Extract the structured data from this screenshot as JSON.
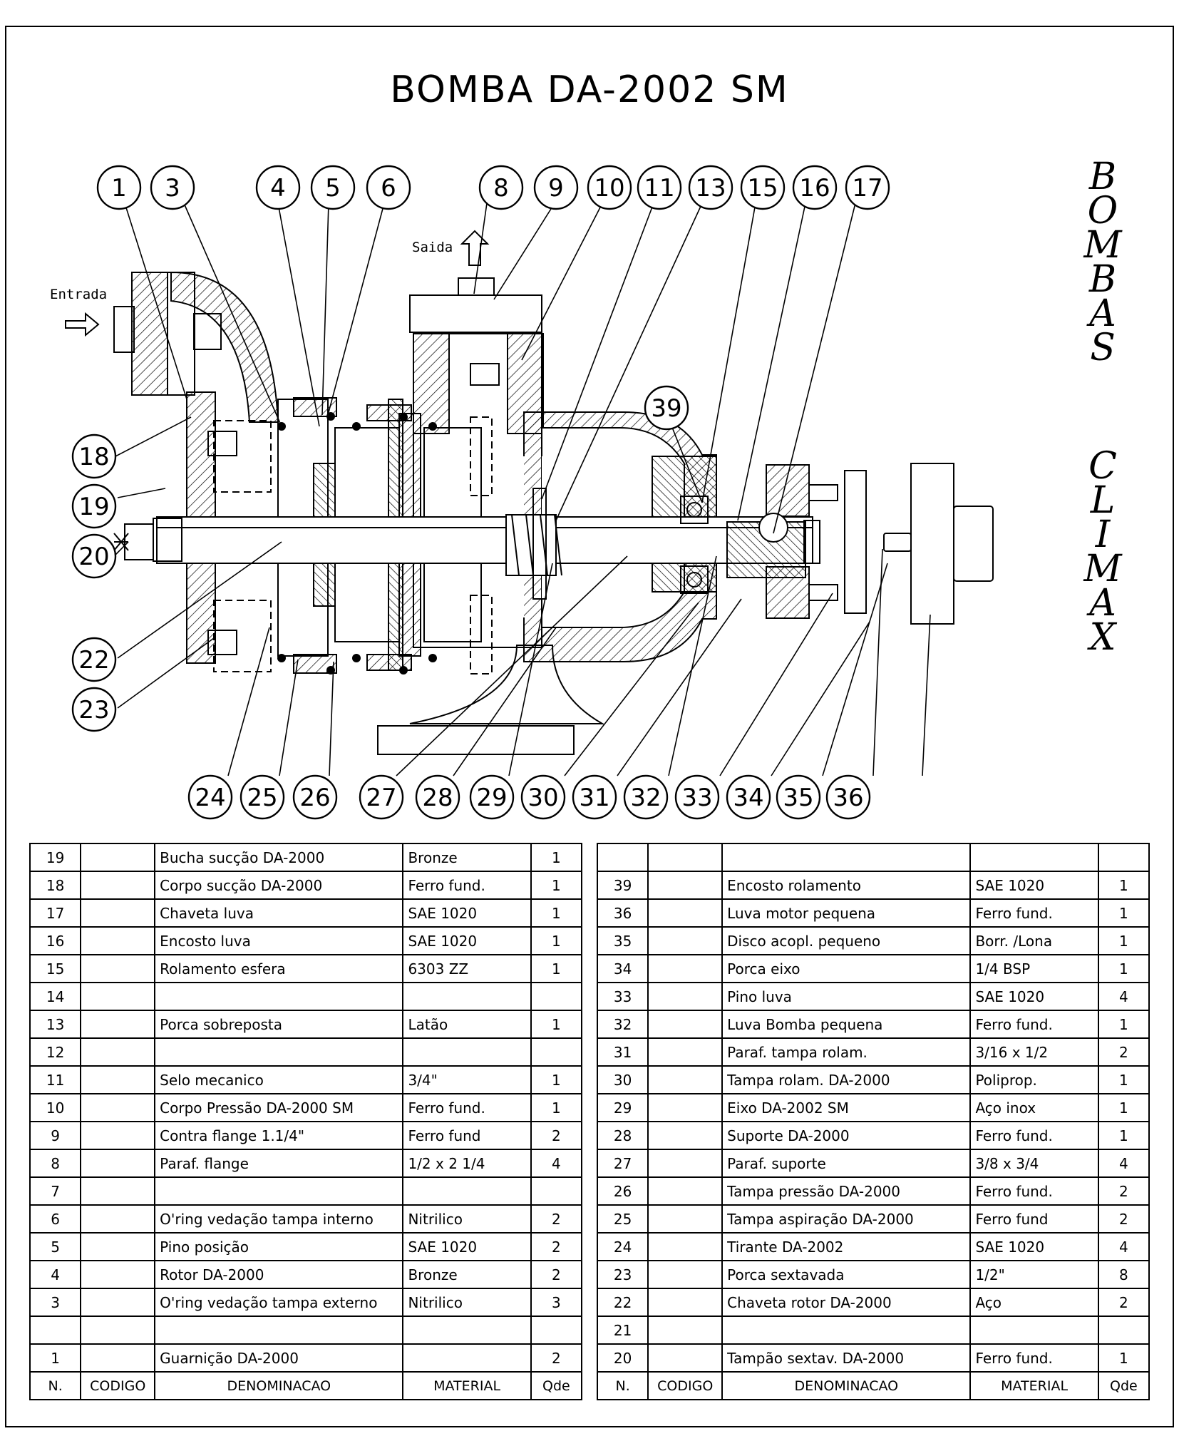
{
  "title": "BOMBA  DA-2002 SM",
  "brand": {
    "line1": "BOMBAS",
    "line2": "CLIMAX"
  },
  "labels": {
    "entrada": "Entrada",
    "saida": "Saida"
  },
  "bubbles_top": [
    "1",
    "3",
    "4",
    "5",
    "6",
    "8",
    "9",
    "10",
    "11",
    "13",
    "15",
    "16",
    "17"
  ],
  "bubbles_left": [
    "18",
    "19",
    "20",
    "22",
    "23"
  ],
  "bubble_mid": "39",
  "bubbles_bottom": [
    "24",
    "25",
    "26",
    "27",
    "28",
    "29",
    "30",
    "31",
    "32",
    "33",
    "34",
    "35",
    "36"
  ],
  "table_headers": {
    "n": "N.",
    "codigo": "CODIGO",
    "denominacao": "DENOMINACAO",
    "material": "MATERIAL",
    "qde": "Qde"
  },
  "parts_left": [
    {
      "n": "19",
      "codigo": "",
      "denominacao": "Bucha sucção DA-2000",
      "material": "Bronze",
      "qde": "1"
    },
    {
      "n": "18",
      "codigo": "",
      "denominacao": "Corpo sucção DA-2000",
      "material": "Ferro fund.",
      "qde": "1"
    },
    {
      "n": "17",
      "codigo": "",
      "denominacao": "Chaveta luva",
      "material": "SAE 1020",
      "qde": "1"
    },
    {
      "n": "16",
      "codigo": "",
      "denominacao": "Encosto luva",
      "material": "SAE 1020",
      "qde": "1"
    },
    {
      "n": "15",
      "codigo": "",
      "denominacao": "Rolamento esfera",
      "material": "6303 ZZ",
      "qde": "1"
    },
    {
      "n": "14",
      "codigo": "",
      "denominacao": "",
      "material": "",
      "qde": ""
    },
    {
      "n": "13",
      "codigo": "",
      "denominacao": "Porca sobreposta",
      "material": "Latão",
      "qde": "1"
    },
    {
      "n": "12",
      "codigo": "",
      "denominacao": "",
      "material": "",
      "qde": ""
    },
    {
      "n": "11",
      "codigo": "",
      "denominacao": "Selo mecanico",
      "material": "3/4\"",
      "qde": "1"
    },
    {
      "n": "10",
      "codigo": "",
      "denominacao": "Corpo Pressão DA-2000 SM",
      "material": "Ferro fund.",
      "qde": "1"
    },
    {
      "n": "9",
      "codigo": "",
      "denominacao": "Contra flange 1.1/4\"",
      "material": "Ferro fund",
      "qde": "2"
    },
    {
      "n": "8",
      "codigo": "",
      "denominacao": "Paraf. flange",
      "material": "1/2 x 2 1/4",
      "qde": "4"
    },
    {
      "n": "7",
      "codigo": "",
      "denominacao": "",
      "material": "",
      "qde": ""
    },
    {
      "n": "6",
      "codigo": "",
      "denominacao": "O'ring vedação tampa interno",
      "material": "Nitrilico",
      "qde": "2"
    },
    {
      "n": "5",
      "codigo": "",
      "denominacao": "Pino posição",
      "material": "SAE 1020",
      "qde": "2"
    },
    {
      "n": "4",
      "codigo": "",
      "denominacao": "Rotor DA-2000",
      "material": "Bronze",
      "qde": "2"
    },
    {
      "n": "3",
      "codigo": "",
      "denominacao": "O'ring vedação tampa externo",
      "material": "Nitrilico",
      "qde": "3"
    },
    {
      "n": "",
      "codigo": "",
      "denominacao": "",
      "material": "",
      "qde": ""
    },
    {
      "n": "1",
      "codigo": "",
      "denominacao": "Guarnição DA-2000",
      "material": "",
      "qde": "2"
    }
  ],
  "parts_right": [
    {
      "n": "",
      "codigo": "",
      "denominacao": "",
      "material": "",
      "qde": ""
    },
    {
      "n": "39",
      "codigo": "",
      "denominacao": "Encosto rolamento",
      "material": "SAE 1020",
      "qde": "1"
    },
    {
      "n": "36",
      "codigo": "",
      "denominacao": "Luva motor pequena",
      "material": "Ferro fund.",
      "qde": "1"
    },
    {
      "n": "35",
      "codigo": "",
      "denominacao": "Disco acopl. pequeno",
      "material": "Borr. /Lona",
      "qde": "1"
    },
    {
      "n": "34",
      "codigo": "",
      "denominacao": "Porca eixo",
      "material": "1/4 BSP",
      "qde": "1"
    },
    {
      "n": "33",
      "codigo": "",
      "denominacao": "Pino luva",
      "material": "SAE 1020",
      "qde": "4"
    },
    {
      "n": "32",
      "codigo": "",
      "denominacao": "Luva Bomba pequena",
      "material": "Ferro fund.",
      "qde": "1"
    },
    {
      "n": "31",
      "codigo": "",
      "denominacao": "Paraf. tampa rolam.",
      "material": "3/16 x 1/2",
      "qde": "2"
    },
    {
      "n": "30",
      "codigo": "",
      "denominacao": "Tampa rolam. DA-2000",
      "material": "Poliprop.",
      "qde": "1"
    },
    {
      "n": "29",
      "codigo": "",
      "denominacao": "Eixo DA-2002 SM",
      "material": "Aço inox",
      "qde": "1"
    },
    {
      "n": "28",
      "codigo": "",
      "denominacao": "Suporte DA-2000",
      "material": "Ferro fund.",
      "qde": "1"
    },
    {
      "n": "27",
      "codigo": "",
      "denominacao": "Paraf. suporte",
      "material": "3/8 x 3/4",
      "qde": "4"
    },
    {
      "n": "26",
      "codigo": "",
      "denominacao": "Tampa pressão DA-2000",
      "material": "Ferro fund.",
      "qde": "2"
    },
    {
      "n": "25",
      "codigo": "",
      "denominacao": "Tampa aspiração DA-2000",
      "material": "Ferro fund",
      "qde": "2"
    },
    {
      "n": "24",
      "codigo": "",
      "denominacao": "Tirante DA-2002",
      "material": "SAE 1020",
      "qde": "4"
    },
    {
      "n": "23",
      "codigo": "",
      "denominacao": "Porca sextavada",
      "material": "1/2\"",
      "qde": "8"
    },
    {
      "n": "22",
      "codigo": "",
      "denominacao": "Chaveta rotor DA-2000",
      "material": "Aço",
      "qde": "2"
    },
    {
      "n": "21",
      "codigo": "",
      "denominacao": "",
      "material": "",
      "qde": ""
    },
    {
      "n": "20",
      "codigo": "",
      "denominacao": "Tampão sextav. DA-2000",
      "material": "Ferro fund.",
      "qde": "1"
    }
  ]
}
